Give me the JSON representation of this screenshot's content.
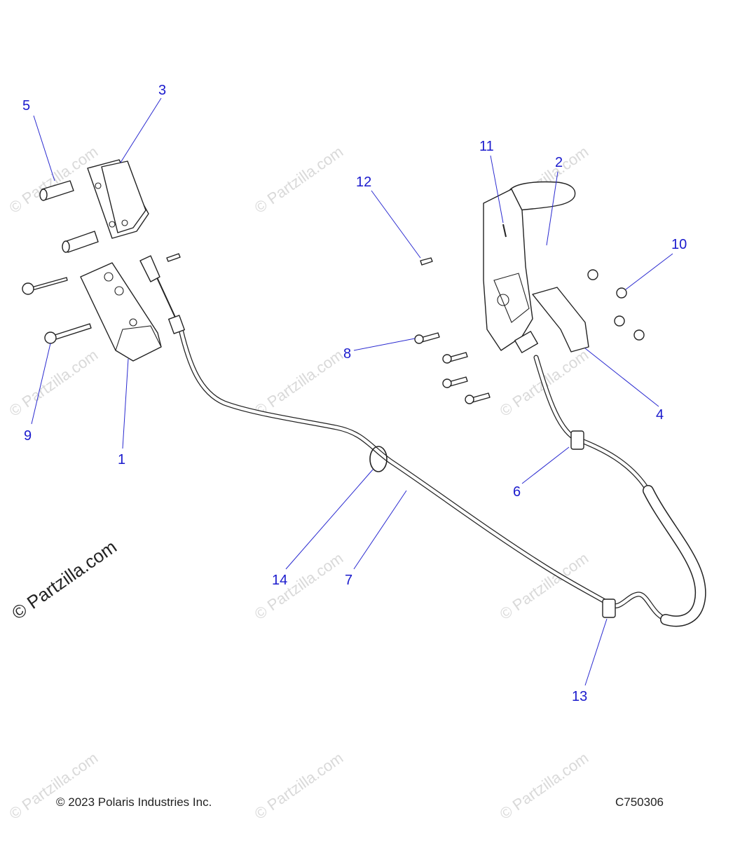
{
  "watermark_text": "© Partzilla.com",
  "copyright": "© 2023 Polaris Industries Inc.",
  "diagram_code": "C750306",
  "callouts": [
    "1",
    "2",
    "3",
    "4",
    "5",
    "6",
    "7",
    "8",
    "9",
    "10",
    "11",
    "12",
    "13",
    "14"
  ]
}
